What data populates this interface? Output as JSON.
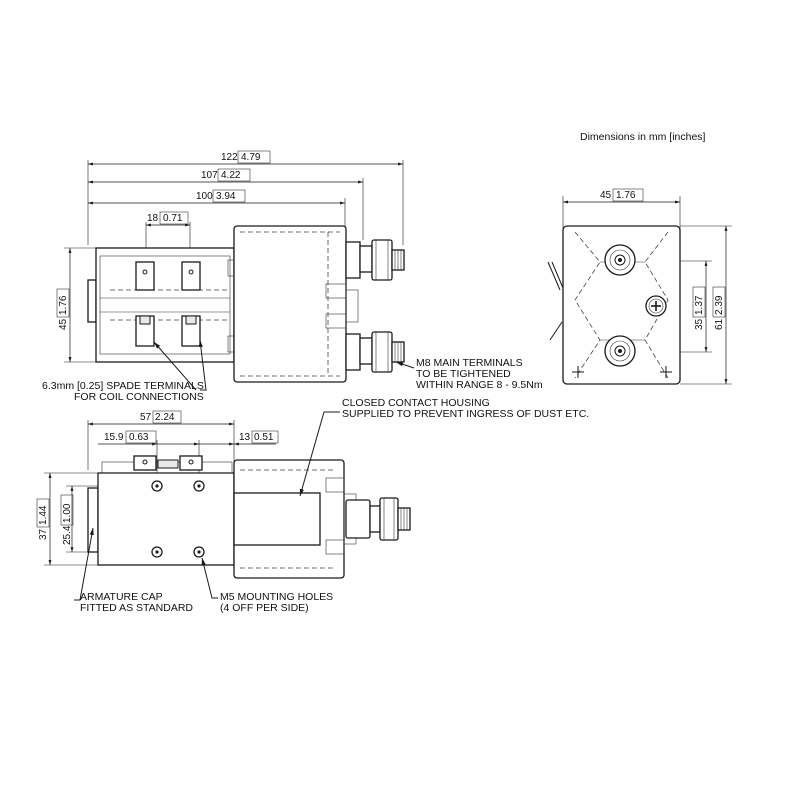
{
  "header": {
    "units_note": "Dimensions in mm [inches]"
  },
  "top_view": {
    "dims": {
      "overall_122": {
        "value": "122",
        "inch": "4.79"
      },
      "overall_107": {
        "value": "107",
        "inch": "4.22"
      },
      "overall_100": {
        "value": "100",
        "inch": "3.94"
      },
      "spade_pitch": {
        "value": "18",
        "inch": "0.71"
      },
      "height_45": {
        "value": "45",
        "inch": "1.76"
      }
    },
    "notes": {
      "main_terminals": [
        "M8 MAIN TERMINALS",
        "TO BE TIGHTENED",
        "WITHIN RANGE 8 - 9.5Nm"
      ],
      "spade_terminals": [
        "6.3mm [0.25] SPADE TERMINALS",
        "FOR COIL CONNECTIONS"
      ]
    }
  },
  "end_view": {
    "dims": {
      "width_45": {
        "value": "45",
        "inch": "1.76"
      },
      "terminal_pitch_35": {
        "value": "35",
        "inch": "1.37"
      },
      "height_61": {
        "value": "61",
        "inch": "2.39"
      }
    }
  },
  "side_view": {
    "dims": {
      "length_57": {
        "value": "57",
        "inch": "2.24"
      },
      "hole_pitch_15_9": {
        "value": "15.9",
        "inch": "0.63"
      },
      "offset_13": {
        "value": "13",
        "inch": "0.51"
      },
      "height_37": {
        "value": "37",
        "inch": "1.44"
      },
      "hole_pitch_25_4": {
        "value": "25.4",
        "inch": "1.00"
      }
    },
    "notes": {
      "housing": [
        "CLOSED CONTACT HOUSING",
        "SUPPLIED TO PREVENT INGRESS OF DUST ETC."
      ],
      "armature": [
        "ARMATURE CAP",
        "FITTED AS STANDARD"
      ],
      "mounting": [
        "M5 MOUNTING HOLES",
        "(4 OFF PER SIDE)"
      ]
    }
  }
}
